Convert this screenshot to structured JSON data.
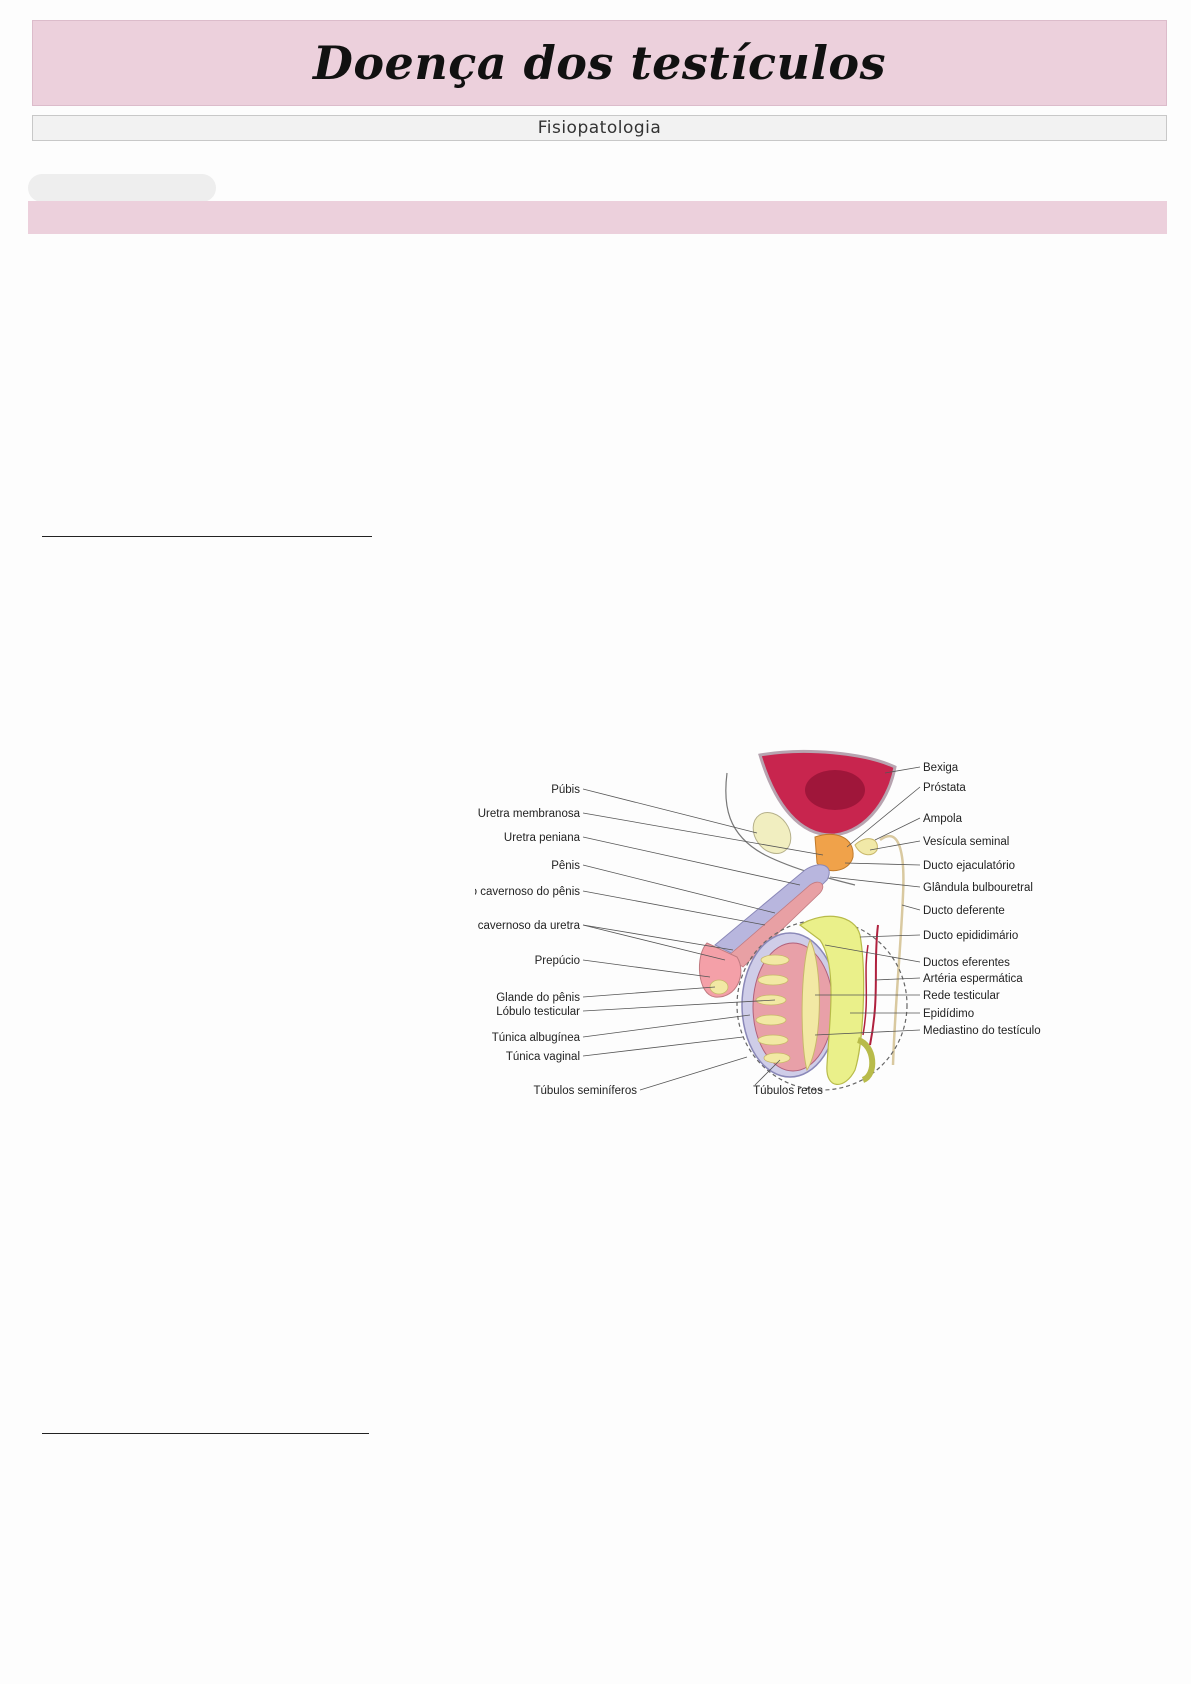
{
  "header": {
    "title": "Doença dos testículos",
    "subtitle": "Fisiopatologia"
  },
  "diagram": {
    "labels_left": [
      "Púbis",
      "Uretra membranosa",
      "Uretra peniana",
      "Pênis",
      "Corpo cavernoso do pênis",
      "Corpo cavernoso da uretra",
      "Prepúcio",
      "Glande do pênis",
      "Lóbulo testicular",
      "Túnica albugínea",
      "Túnica vaginal",
      "Túbulos seminíferos"
    ],
    "labels_right": [
      "Bexiga",
      "Próstata",
      "Ampola",
      "Vesícula seminal",
      "Ducto ejaculatório",
      "Glândula bulbouretral",
      "Ducto deferente",
      "Ducto epididimário",
      "Ductos eferentes",
      "Artéria espermática",
      "Rede testicular",
      "Epidídimo",
      "Mediastino do testículo"
    ],
    "label_bottom": "Túbulos retos"
  },
  "colors": {
    "title_band": "#ecd0dc",
    "subtitle_band": "#f2f2f2",
    "bladder": "#c8254e",
    "prostate": "#f0a24a",
    "penis_body": "#b8b6de",
    "glans": "#f4a0a8",
    "epididymis": "#eaf08a"
  }
}
